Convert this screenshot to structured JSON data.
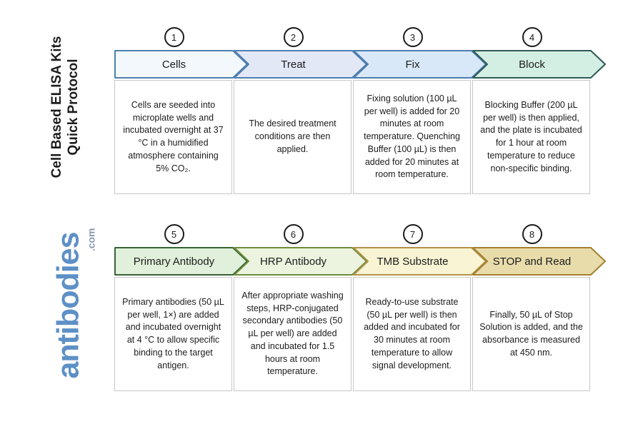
{
  "sidebar": {
    "title_line1": "Cell Based ELISA Kits",
    "title_line2": "Quick Protocol",
    "logo_text": "antibodies",
    "logo_suffix": ".com",
    "logo_color": "#5d90c6",
    "logo_suffix_color": "#8499ae"
  },
  "box_style": {
    "border": "#c7c7c7",
    "fill": "#ffffff"
  },
  "steps": [
    {
      "number": "1",
      "label": "Cells",
      "description": "Cells are seeded into microplate wells and incubated overnight at 37 °C in a humidified atmosphere containing 5% CO₂.",
      "fill": "#f3f8fc",
      "border": "#4e7fb0"
    },
    {
      "number": "2",
      "label": "Treat",
      "description": "The desired treatment conditions are then applied.",
      "fill": "#e3e8f7",
      "border": "#4e7fb0"
    },
    {
      "number": "3",
      "label": "Fix",
      "description": "Fixing solution (100 µL per well) is added for 20 minutes at room temperature. Quenching Buffer (100 µL) is then added for 20 minutes at room temperature.",
      "fill": "#d9e8f8",
      "border": "#4a7cae"
    },
    {
      "number": "4",
      "label": "Block",
      "description": "Blocking Buffer (200 µL per well) is then applied, and the plate is incubated for 1 hour at room temperature to reduce non-specific binding.",
      "fill": "#d3eee2",
      "border": "#2e5a55"
    },
    {
      "number": "5",
      "label": "Primary Antibody",
      "description": "Primary antibodies (50 µL per well, 1×) are added and incubated overnight at 4 °C to allow specific binding to the target antigen.",
      "fill": "#e0f0da",
      "border": "#376436"
    },
    {
      "number": "6",
      "label": "HRP Antibody",
      "description": "After appropriate washing steps, HRP-conjugated secondary antibodies (50 µL per well) are added and incubated for 1.5 hours at room temperature.",
      "fill": "#ecf4df",
      "border": "#6f8c3d"
    },
    {
      "number": "7",
      "label": "TMB Substrate",
      "description": "Ready-to-use substrate (50 µL per well) is then added and incubated for 30 minutes at room temperature to allow signal development.",
      "fill": "#f9f4d4",
      "border": "#b29247"
    },
    {
      "number": "8",
      "label": "STOP and Read",
      "description": "Finally, 50 µL of Stop Solution is added, and the absorbance is measured at 450 nm.",
      "fill": "#e9dcab",
      "border": "#a3812e"
    }
  ]
}
